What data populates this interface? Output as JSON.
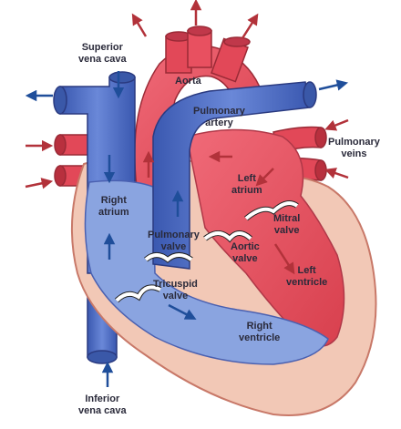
{
  "labels": {
    "superior_vena_cava": [
      "Superior",
      "vena cava"
    ],
    "aorta": [
      "Aorta"
    ],
    "pulmonary_artery": [
      "Pulmonary",
      "artery"
    ],
    "pulmonary_veins": [
      "Pulmonary",
      "veins"
    ],
    "left_atrium": [
      "Left",
      "atrium"
    ],
    "right_atrium": [
      "Right",
      "atrium"
    ],
    "mitral_valve": [
      "Mitral",
      "valve"
    ],
    "pulmonary_valve": [
      "Pulmonary",
      "valve"
    ],
    "aortic_valve": [
      "Aortic",
      "valve"
    ],
    "left_ventricle": [
      "Left",
      "ventricle"
    ],
    "tricuspid_valve": [
      "Tricuspid",
      "valve"
    ],
    "right_ventricle": [
      "Right",
      "ventricle"
    ],
    "inferior_vena_cava": [
      "Inferior",
      "vena cava"
    ]
  },
  "colors": {
    "oxygenated": "#e8485a",
    "deoxygenated": "#4a68c0",
    "muscle": "#f0c8b8",
    "arrow_red": "#b2323a",
    "arrow_blue": "#1f4e9a"
  }
}
